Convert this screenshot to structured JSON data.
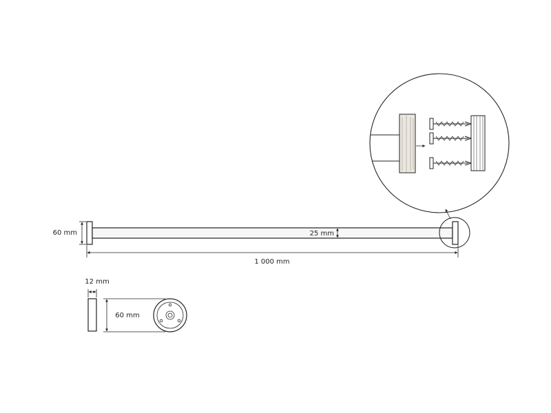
{
  "dimensions": {
    "height": "60 mm",
    "tube_diameter": "25 mm",
    "length": "1 000 mm",
    "thickness": "12 mm",
    "flange_diameter": "60 mm"
  },
  "colors": {
    "line": "#222222",
    "tube_fill": "#f7f7f7",
    "wood_fill": "#ece7df"
  }
}
